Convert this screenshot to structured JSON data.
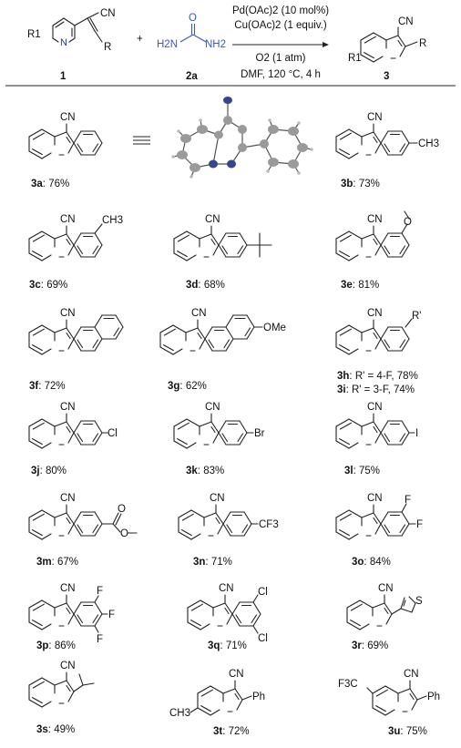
{
  "header": {
    "conditions_above": [
      "Pd(OAc)2 (10 mol%)",
      "Cu(OAc)2 (1 equiv.)",
      "O2 (1 atm)"
    ],
    "conditions_below": "DMF, 120 °C, 4 h",
    "reactant1_label": "1",
    "reactant2_label": "2a",
    "product_label": "3",
    "plus": "+",
    "cn": "CN",
    "r": "R",
    "r1": "R1",
    "urea_atoms": [
      "H2N",
      "O",
      "NH2"
    ]
  },
  "atoms": {
    "cn": "CN",
    "n": "N",
    "ch3": "CH3",
    "cl": "Cl",
    "br": "Br",
    "i": "I",
    "f": "F",
    "cf3": "CF3",
    "ome": "OMe",
    "ph": "Ph",
    "s": "S",
    "o": "O",
    "rp": "R'",
    "f3c": "F3C"
  },
  "compounds": [
    {
      "id": "3a",
      "yield": "76%"
    },
    {
      "id": "3b",
      "yield": "73%"
    },
    {
      "id": "3c",
      "yield": "69%"
    },
    {
      "id": "3d",
      "yield": "68%"
    },
    {
      "id": "3e",
      "yield": "81%"
    },
    {
      "id": "3f",
      "yield": "72%"
    },
    {
      "id": "3g",
      "yield": "62%"
    },
    {
      "id": "3h",
      "note": "R' = 4-F, 78%"
    },
    {
      "id": "3i",
      "note": "R' = 3-F, 74%"
    },
    {
      "id": "3j",
      "yield": "80%"
    },
    {
      "id": "3k",
      "yield": "83%"
    },
    {
      "id": "3l",
      "yield": "75%"
    },
    {
      "id": "3m",
      "yield": "67%"
    },
    {
      "id": "3n",
      "yield": "71%"
    },
    {
      "id": "3o",
      "yield": "84%"
    },
    {
      "id": "3p",
      "yield": "86%"
    },
    {
      "id": "3q",
      "yield": "71%"
    },
    {
      "id": "3r",
      "yield": "69%"
    },
    {
      "id": "3s",
      "yield": "49%"
    },
    {
      "id": "3t",
      "yield": "72%"
    },
    {
      "id": "3u",
      "yield": "75%"
    }
  ]
}
